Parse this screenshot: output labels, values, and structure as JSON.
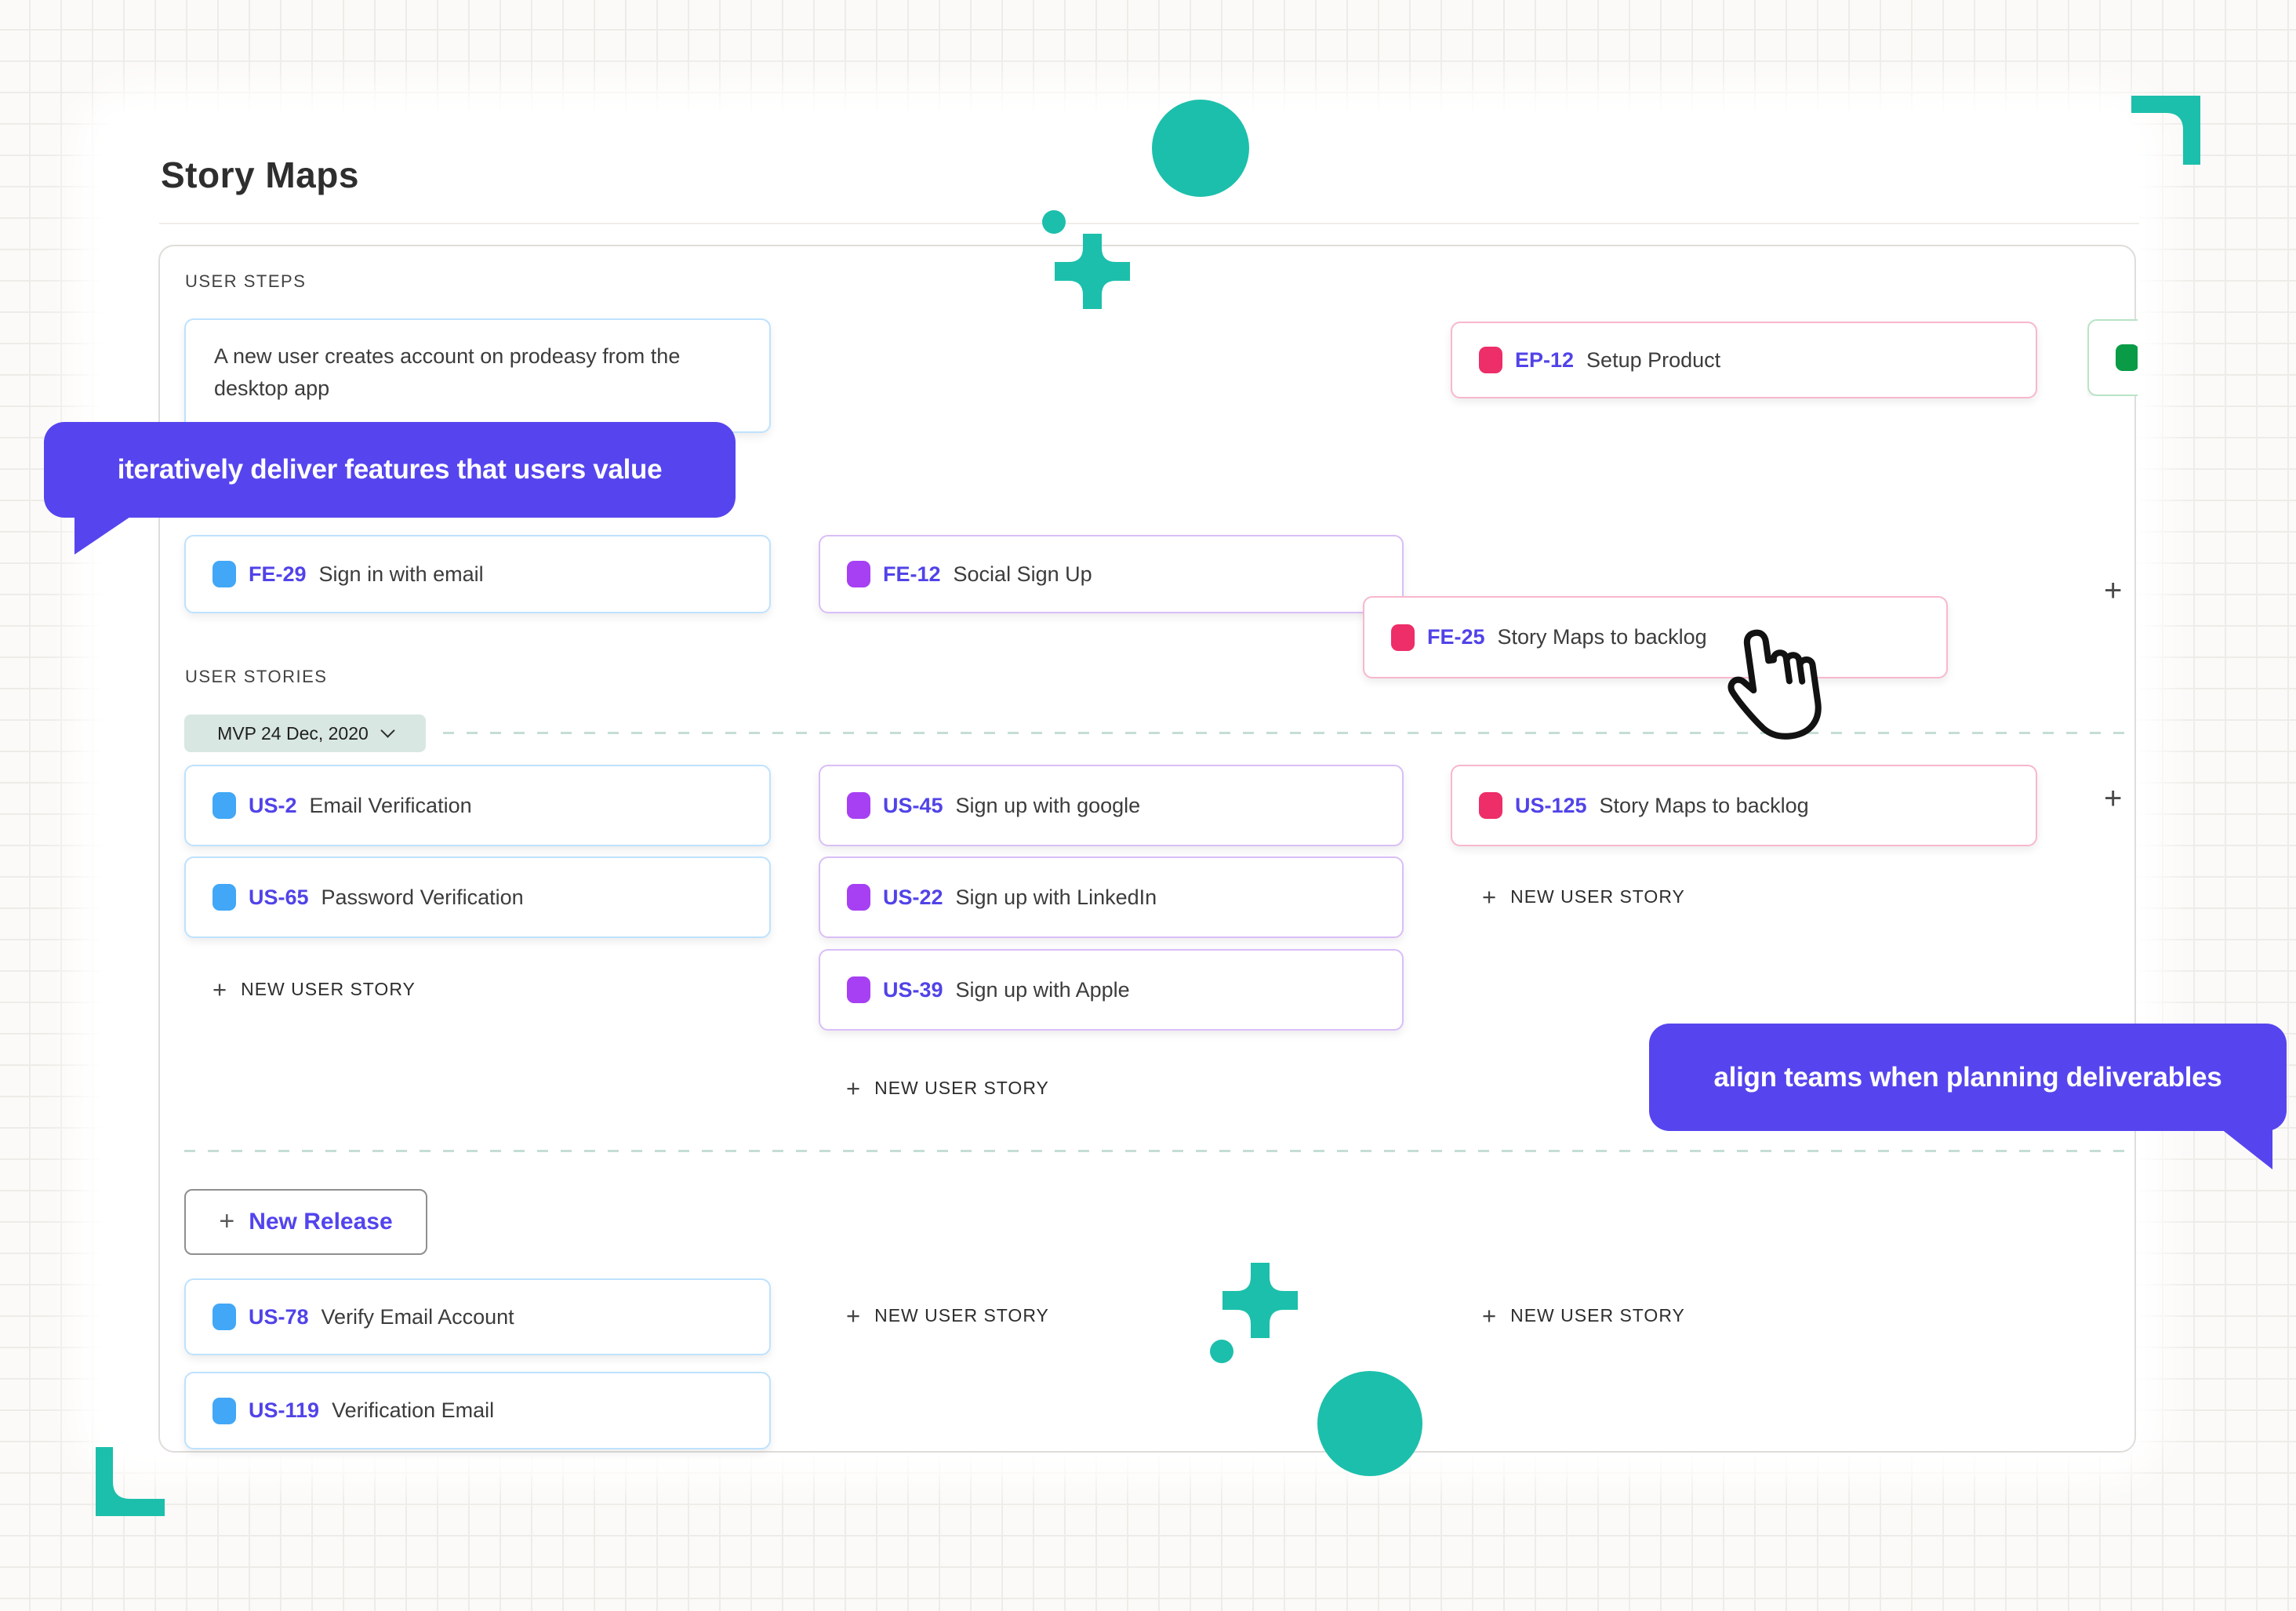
{
  "title": "Story Maps",
  "sections": {
    "user_steps": "USER STEPS",
    "user_stories": "USER STORIES"
  },
  "release_chip": {
    "label": "MVP 24 Dec, 2020"
  },
  "buttons": {
    "new_release": "New Release",
    "new_user_story": "NEW USER STORY",
    "plus": "+"
  },
  "callouts": {
    "left": "iteratively deliver features that users value",
    "right": "align teams when planning deliverables"
  },
  "cards": {
    "step_desc": {
      "title": "A new user creates account on prodeasy from the desktop app"
    },
    "ep12": {
      "id": "EP-12",
      "title": "Setup Product"
    },
    "fe29": {
      "id": "FE-29",
      "title": "Sign in with email"
    },
    "fe12": {
      "id": "FE-12",
      "title": "Social Sign Up"
    },
    "fe25": {
      "id": "FE-25",
      "title": "Story Maps to backlog"
    },
    "us2": {
      "id": "US-2",
      "title": "Email Verification"
    },
    "us45": {
      "id": "US-45",
      "title": "Sign up with google"
    },
    "us125": {
      "id": "US-125",
      "title": "Story Maps to backlog"
    },
    "us65": {
      "id": "US-65",
      "title": "Password Verification"
    },
    "us22": {
      "id": "US-22",
      "title": "Sign up with LinkedIn"
    },
    "us39": {
      "id": "US-39",
      "title": "Sign up with Apple"
    },
    "us78": {
      "id": "US-78",
      "title": "Verify Email Account"
    },
    "us119": {
      "id": "US-119",
      "title": "Verification Email"
    }
  },
  "colors": {
    "teal_accent": "#1CBFAB",
    "callout_purple": "#5645EE",
    "id_text": "#5143E8",
    "epic_pink": "#ED2E68",
    "feature_blue": "#41A7F6",
    "feature_purple": "#A640F2",
    "epic_green": "#0A9B47",
    "chip_bg": "#D8E7E1"
  }
}
